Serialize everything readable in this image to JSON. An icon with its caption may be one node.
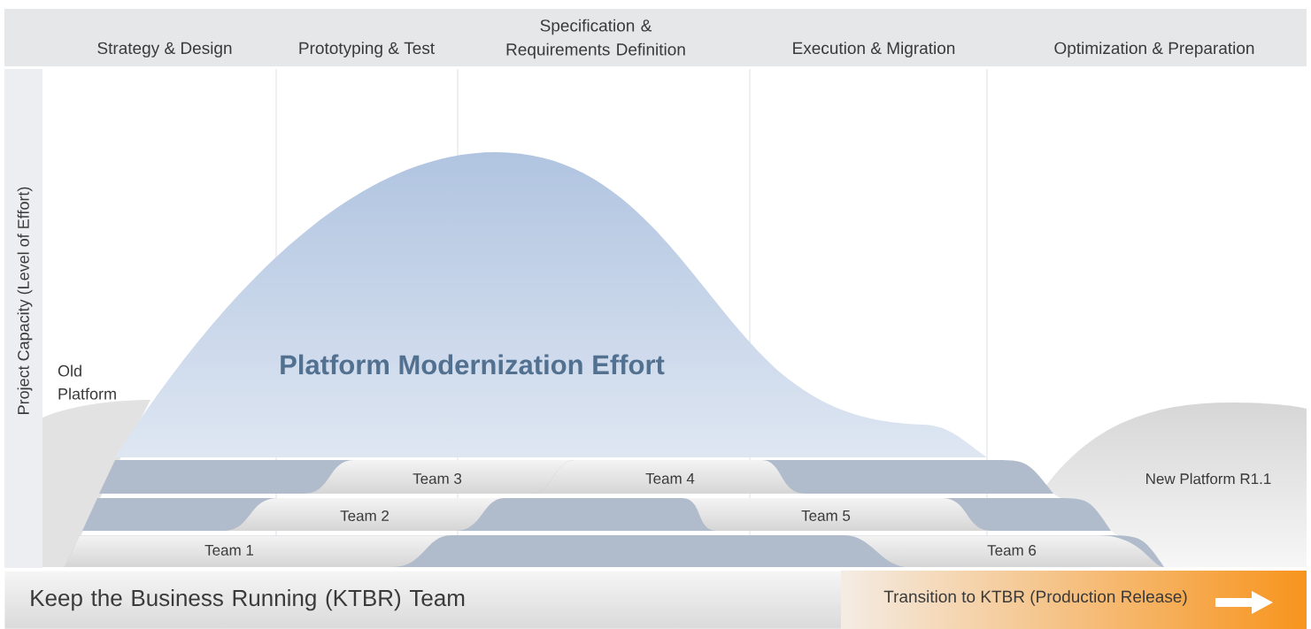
{
  "diagram": {
    "nodes": [
      {
        "text": [
          "Platform Modernization Effort"
        ]
      },
      {
        "text": [
          "Old Platform"
        ]
      },
      {
        "text": [
          "Team 3"
        ]
      },
      {
        "text": [
          "Team 4"
        ]
      },
      {
        "text": [
          "Team 2"
        ]
      },
      {
        "text": [
          "Team 5"
        ]
      },
      {
        "text": [
          "Team 1"
        ]
      },
      {
        "text": [
          "Team 6"
        ]
      },
      {
        "text": [
          "New Platform R1.1"
        ]
      },
      {
        "text": [
          "Keep the Business Running (KTBR) Team"
        ]
      },
      {
        "text": [
          "Transition to KTBR (Production Release)"
        ]
      }
    ],
    "labels": [
      "Strategy & Design",
      "Prototyping & Test",
      "Specification & Requirements Definition",
      "Execution & Migration",
      "Optimization & Preparation",
      "Project Capacity (Level of Effort)"
    ]
  }
}
